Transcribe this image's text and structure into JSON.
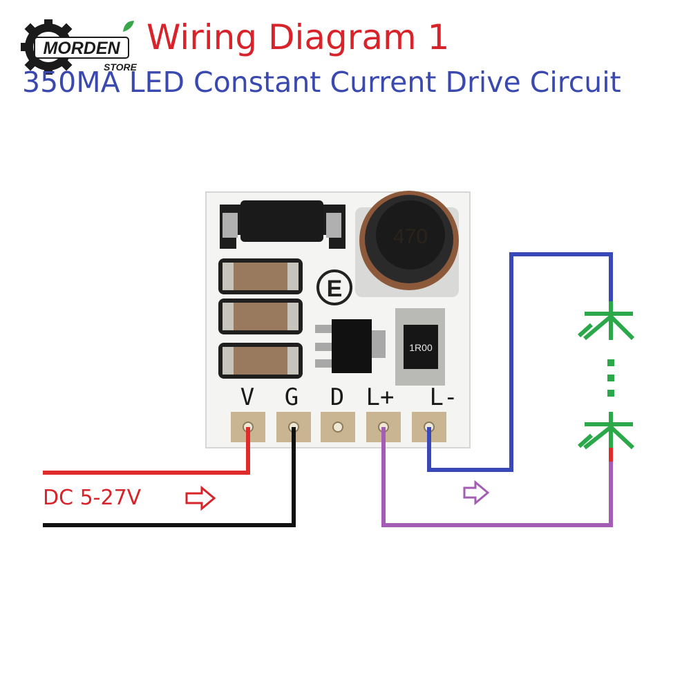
{
  "header": {
    "title": "Wiring Diagram 1",
    "subtitle": "350MA LED Constant Current Drive Circuit"
  },
  "logo": {
    "brand": "MORDEN",
    "sub": "STORE",
    "icon": "gear-icon"
  },
  "board": {
    "pins": [
      "V",
      "G",
      "D",
      "L+",
      "L-"
    ],
    "inductor_marking": "470",
    "resistor_marking": "1R00",
    "cert_mark": "E"
  },
  "wiring": {
    "supply_label": "DC 5-27V",
    "colors": {
      "positive": "#e02b2b",
      "ground": "#111111",
      "led_positive": "#a35db5",
      "led_negative": "#3848b8",
      "led": "#2aa84a",
      "arrow_supply": "#d8232a",
      "arrow_led": "#a35db5"
    }
  }
}
